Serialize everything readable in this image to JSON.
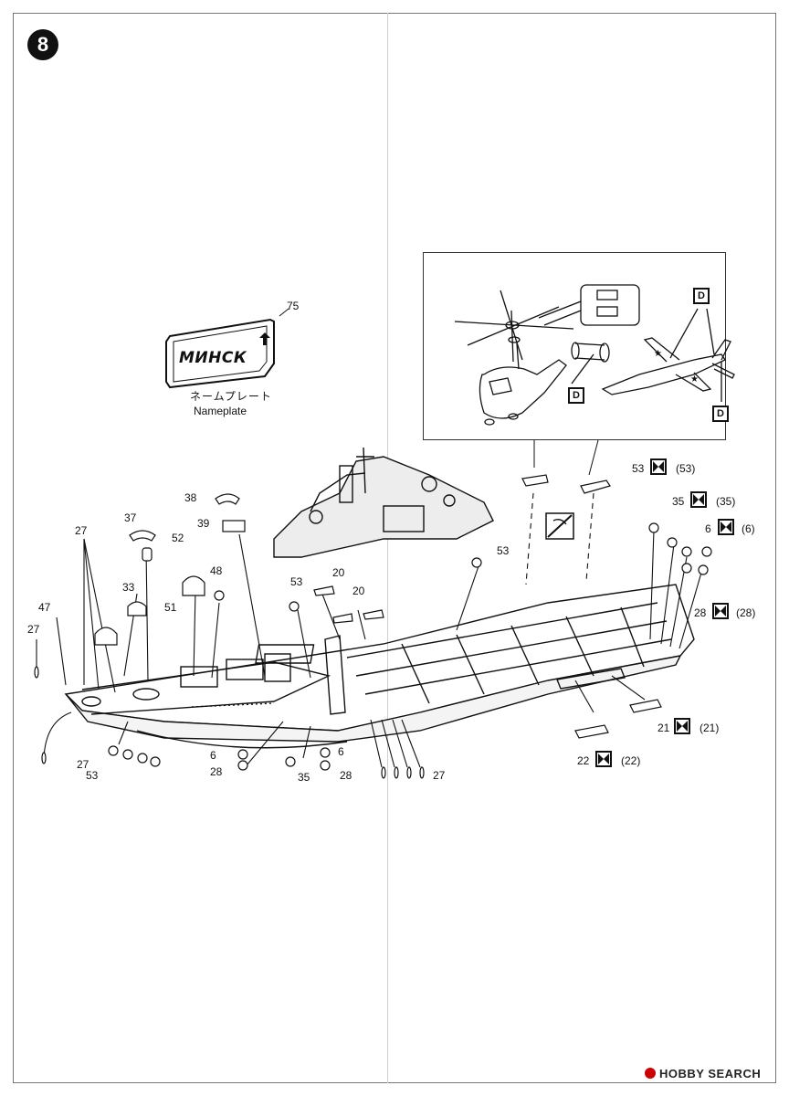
{
  "step": {
    "number": "8"
  },
  "nameplate": {
    "part_number": "75",
    "plate_text": "МИНСК",
    "label_jp": "ネームプレート",
    "label_en": "Nameplate"
  },
  "inset": {
    "decal_label": "D"
  },
  "part_labels": {
    "p27_top": "27",
    "p47": "47",
    "p27_left": "27",
    "p33": "33",
    "p37": "37",
    "p52": "52",
    "p51": "51",
    "p48": "48",
    "p38": "38",
    "p39": "39",
    "p53_mid": "53",
    "p20_a": "20",
    "p20_b": "20",
    "p53_deck": "53",
    "p53_right": "53",
    "p35_right": "35",
    "p6_right": "6",
    "p28_right": "28",
    "p21": "21",
    "p22": "22",
    "p27_bl": "27",
    "p53_bl": "53",
    "p6_bot_a": "6",
    "p28_bot_a": "28",
    "p35_bot": "35",
    "p6_bot_b": "6",
    "p28_bot_b": "28",
    "p27_br": "27"
  },
  "mirror_labels": {
    "m53": "(53)",
    "m35": "(35)",
    "m6": "(6)",
    "m28": "(28)",
    "m21": "(21)",
    "m22": "(22)"
  },
  "watermark": {
    "text": "HOBBY SEARCH"
  }
}
